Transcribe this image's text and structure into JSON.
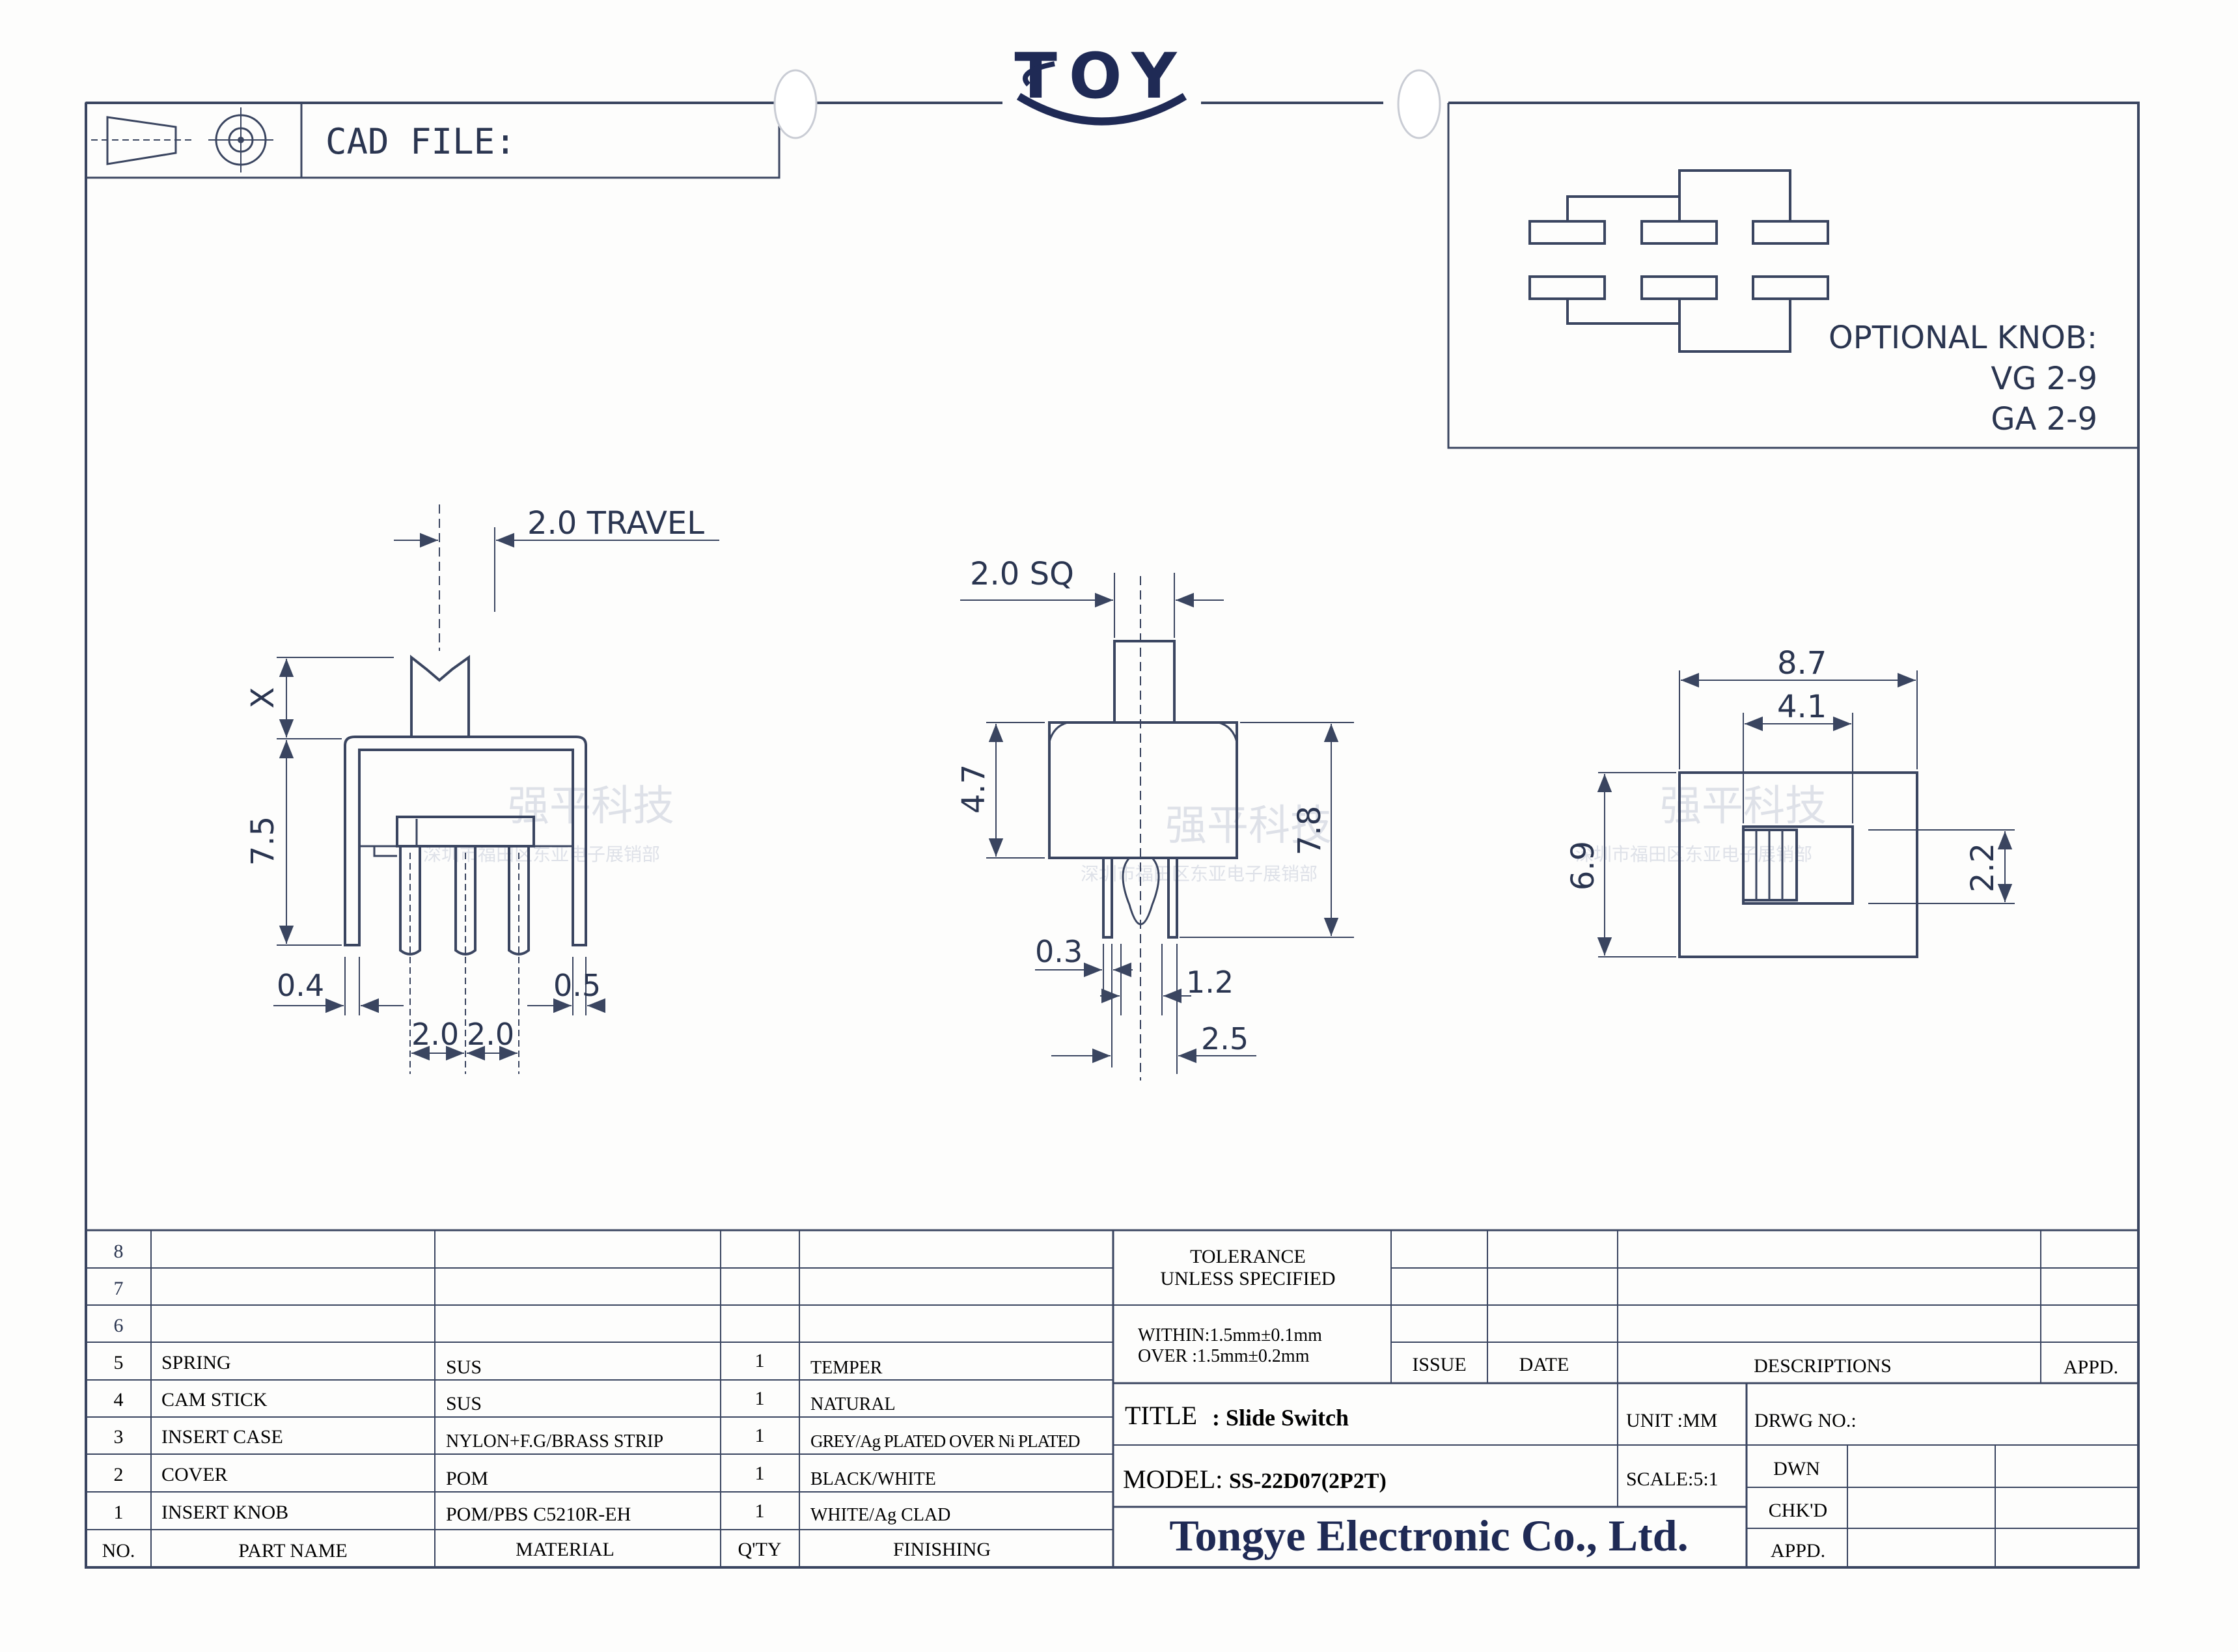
{
  "logo": {
    "text": "TOY"
  },
  "header": {
    "cad_file_label": "CAD FILE:"
  },
  "knob": {
    "title": "OPTIONAL KNOB:",
    "options": [
      "VG  2-9",
      "GA 2-9"
    ]
  },
  "dims": {
    "travel": "2.0  TRAVEL",
    "x": "X",
    "h75": "7.5",
    "d04": "0.4",
    "d05": "0.5",
    "p1": "2.0",
    "p2": "2.0",
    "sq": "2.0  SQ",
    "h47": "4.7",
    "h78": "7.8",
    "d03": "0.3",
    "d12": "1.2",
    "d25": "2.5",
    "w87": "8.7",
    "w41": "4.1",
    "h69": "6.9",
    "h22": "2.2"
  },
  "watermark": {
    "text": "强平科技",
    "sub": "深圳市福田区东亚电子展销部"
  },
  "bom": {
    "empty_rows": [
      "8",
      "7",
      "6"
    ],
    "rows": [
      {
        "no": "5",
        "name": "SPRING",
        "material": "SUS",
        "qty": "1",
        "finishing": "TEMPER"
      },
      {
        "no": "4",
        "name": "CAM  STICK",
        "material": "SUS",
        "qty": "1",
        "finishing": "NATURAL"
      },
      {
        "no": "3",
        "name": "INSERT  CASE",
        "material": "NYLON+F.G/BRASS STRIP",
        "qty": "1",
        "finishing": "GREY/Ag PLATED OVER Ni PLATED"
      },
      {
        "no": "2",
        "name": "COVER",
        "material": "POM",
        "qty": "1",
        "finishing": "BLACK/WHITE"
      },
      {
        "no": "1",
        "name": "INSERT  KNOB",
        "material": "POM/PBS C5210R-EH",
        "qty": "1",
        "finishing": "WHITE/Ag CLAD"
      }
    ],
    "headers": {
      "no": "NO.",
      "name": "PART    NAME",
      "material": "MATERIAL",
      "qty": "Q'TY",
      "finishing": "FINISHING"
    }
  },
  "tolerance": {
    "title1": "TOLERANCE",
    "title2": "UNLESS  SPECIFIED",
    "within": "WITHIN:1.5mm±0.1mm",
    "over": "OVER   :1.5mm±0.2mm"
  },
  "revision": {
    "issue": "ISSUE",
    "date": "DATE",
    "descriptions": "DESCRIPTIONS",
    "appd": "APPD."
  },
  "title_block": {
    "title_label": "TITLE",
    "title_value": ": Slide   Switch",
    "unit": "UNIT :MM",
    "drwg_no": "DRWG NO.:",
    "model_label": "MODEL:",
    "model_value": "SS-22D07(2P2T)",
    "scale": "SCALE:5:1",
    "dwn": "DWN",
    "chkd": "CHK'D",
    "appd": "APPD.",
    "company": "Tongye Electronic Co., Ltd."
  }
}
